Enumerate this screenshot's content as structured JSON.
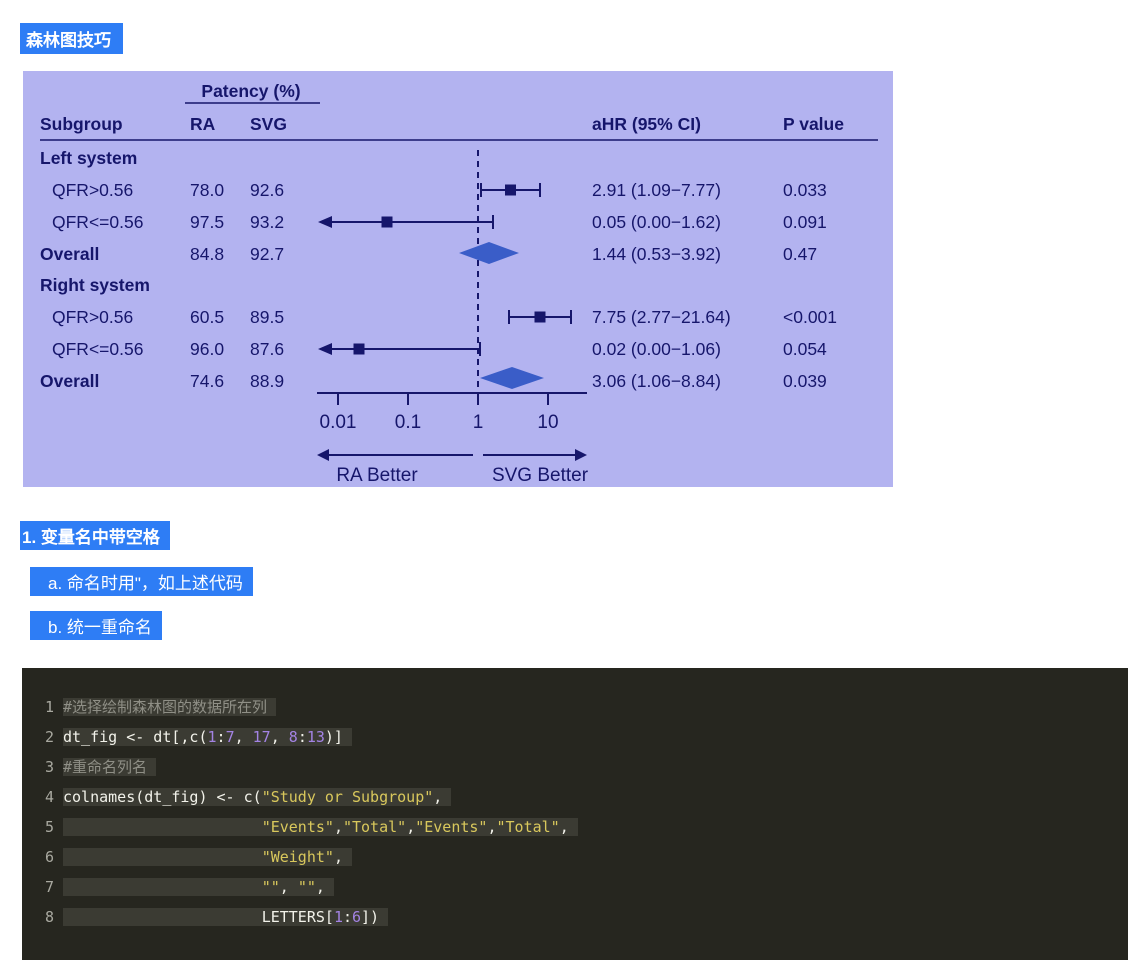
{
  "page": {
    "title": "森林图技巧"
  },
  "sections": {
    "heading1": "1. 变量名中带空格",
    "item_a": "a. 命名时用\"，如上述代码",
    "item_b": "b. 统一重命名"
  },
  "forest": {
    "header": {
      "patency": "Patency (%)",
      "subgroup": "Subgroup",
      "ra": "RA",
      "svg": "SVG",
      "ahr": "aHR (95% CI)",
      "p": "P value"
    },
    "rows": [
      {
        "label": "Left system",
        "ra": "",
        "svg": "",
        "ahr": "",
        "p": ""
      },
      {
        "label": "QFR>0.56",
        "ra": "78.0",
        "svg": "92.6",
        "ahr": "2.91 (1.09−7.77)",
        "p": "0.033"
      },
      {
        "label": "QFR<=0.56",
        "ra": "97.5",
        "svg": "93.2",
        "ahr": "0.05 (0.00−1.62)",
        "p": "0.091"
      },
      {
        "label": "Overall",
        "ra": "84.8",
        "svg": "92.7",
        "ahr": "1.44 (0.53−3.92)",
        "p": "0.47"
      },
      {
        "label": "Right system",
        "ra": "",
        "svg": "",
        "ahr": "",
        "p": ""
      },
      {
        "label": "QFR>0.56",
        "ra": "60.5",
        "svg": "89.5",
        "ahr": "7.75 (2.77−21.64)",
        "p": "<0.001"
      },
      {
        "label": "QFR<=0.56",
        "ra": "96.0",
        "svg": "87.6",
        "ahr": "0.02 (0.00−1.06)",
        "p": "0.054"
      },
      {
        "label": "Overall",
        "ra": "74.6",
        "svg": "88.9",
        "ahr": "3.06 (1.06−8.84)",
        "p": "0.039"
      }
    ],
    "axis": {
      "ticks": [
        "0.01",
        "0.1",
        "1",
        "10"
      ],
      "left_label": "RA Better",
      "right_label": "SVG Better"
    }
  },
  "chart_data": {
    "type": "forest",
    "title": "",
    "xscale": "log",
    "x_ticks": [
      0.01,
      0.1,
      1,
      10
    ],
    "reference_line": 1,
    "direction_labels": {
      "left": "RA Better",
      "right": "SVG Better"
    },
    "groups": [
      {
        "name": "Left system",
        "items": [
          {
            "subgroup": "QFR>0.56",
            "patency_ra": 78.0,
            "patency_svg": 92.6,
            "ahr": 2.91,
            "ci_low": 1.09,
            "ci_high": 7.77,
            "p": "0.033"
          },
          {
            "subgroup": "QFR<=0.56",
            "patency_ra": 97.5,
            "patency_svg": 93.2,
            "ahr": 0.05,
            "ci_low": 0.0,
            "ci_high": 1.62,
            "p": "0.091"
          },
          {
            "subgroup": "Overall",
            "patency_ra": 84.8,
            "patency_svg": 92.7,
            "ahr": 1.44,
            "ci_low": 0.53,
            "ci_high": 3.92,
            "p": "0.47",
            "overall": true
          }
        ]
      },
      {
        "name": "Right system",
        "items": [
          {
            "subgroup": "QFR>0.56",
            "patency_ra": 60.5,
            "patency_svg": 89.5,
            "ahr": 7.75,
            "ci_low": 2.77,
            "ci_high": 21.64,
            "p": "<0.001"
          },
          {
            "subgroup": "QFR<=0.56",
            "patency_ra": 96.0,
            "patency_svg": 87.6,
            "ahr": 0.02,
            "ci_low": 0.0,
            "ci_high": 1.06,
            "p": "0.054"
          },
          {
            "subgroup": "Overall",
            "patency_ra": 74.6,
            "patency_svg": 88.9,
            "ahr": 3.06,
            "ci_low": 1.06,
            "ci_high": 8.84,
            "p": "0.039",
            "overall": true
          }
        ]
      }
    ]
  },
  "code": {
    "lines": [
      {
        "no": "1",
        "tokens": [
          [
            "comment",
            "#选择绘制森林图的数据所在列 "
          ]
        ]
      },
      {
        "no": "2",
        "tokens": [
          [
            "plain",
            "dt_fig <- dt[,c("
          ],
          [
            "num",
            "1"
          ],
          [
            "plain",
            ":"
          ],
          [
            "num",
            "7"
          ],
          [
            "plain",
            ", "
          ],
          [
            "num",
            "17"
          ],
          [
            "plain",
            ", "
          ],
          [
            "num",
            "8"
          ],
          [
            "plain",
            ":"
          ],
          [
            "num",
            "13"
          ],
          [
            "plain",
            ")] "
          ]
        ]
      },
      {
        "no": "3",
        "tokens": [
          [
            "comment",
            "#重命名列名 "
          ]
        ]
      },
      {
        "no": "4",
        "tokens": [
          [
            "plain",
            "colnames(dt_fig) <- c("
          ],
          [
            "str",
            "\"Study or Subgroup\""
          ],
          [
            "plain",
            ", "
          ]
        ]
      },
      {
        "no": "5",
        "tokens": [
          [
            "plain",
            "                      "
          ],
          [
            "str",
            "\"Events\""
          ],
          [
            "plain",
            ","
          ],
          [
            "str",
            "\"Total\""
          ],
          [
            "plain",
            ","
          ],
          [
            "str",
            "\"Events\""
          ],
          [
            "plain",
            ","
          ],
          [
            "str",
            "\"Total\""
          ],
          [
            "plain",
            ", "
          ]
        ]
      },
      {
        "no": "6",
        "tokens": [
          [
            "plain",
            "                      "
          ],
          [
            "str",
            "\"Weight\""
          ],
          [
            "plain",
            ", "
          ]
        ]
      },
      {
        "no": "7",
        "tokens": [
          [
            "plain",
            "                      "
          ],
          [
            "str",
            "\"\""
          ],
          [
            "plain",
            ", "
          ],
          [
            "str",
            "\"\""
          ],
          [
            "plain",
            ", "
          ]
        ]
      },
      {
        "no": "8",
        "tokens": [
          [
            "plain",
            "                      "
          ],
          [
            "plain",
            "LETTERS["
          ],
          [
            "num",
            "1"
          ],
          [
            "plain",
            ":"
          ],
          [
            "num",
            "6"
          ],
          [
            "plain",
            "]) "
          ]
        ]
      }
    ]
  },
  "colors": {
    "accent_highlight": "#2e7df5",
    "plot_background": "#b3b3f0",
    "plot_ink": "#16166b",
    "diamond_fill": "#3a5dc8",
    "code_background": "#26261f",
    "code_selection": "#3b3b33",
    "code_string": "#d9c85c",
    "code_number": "#a383e3"
  }
}
